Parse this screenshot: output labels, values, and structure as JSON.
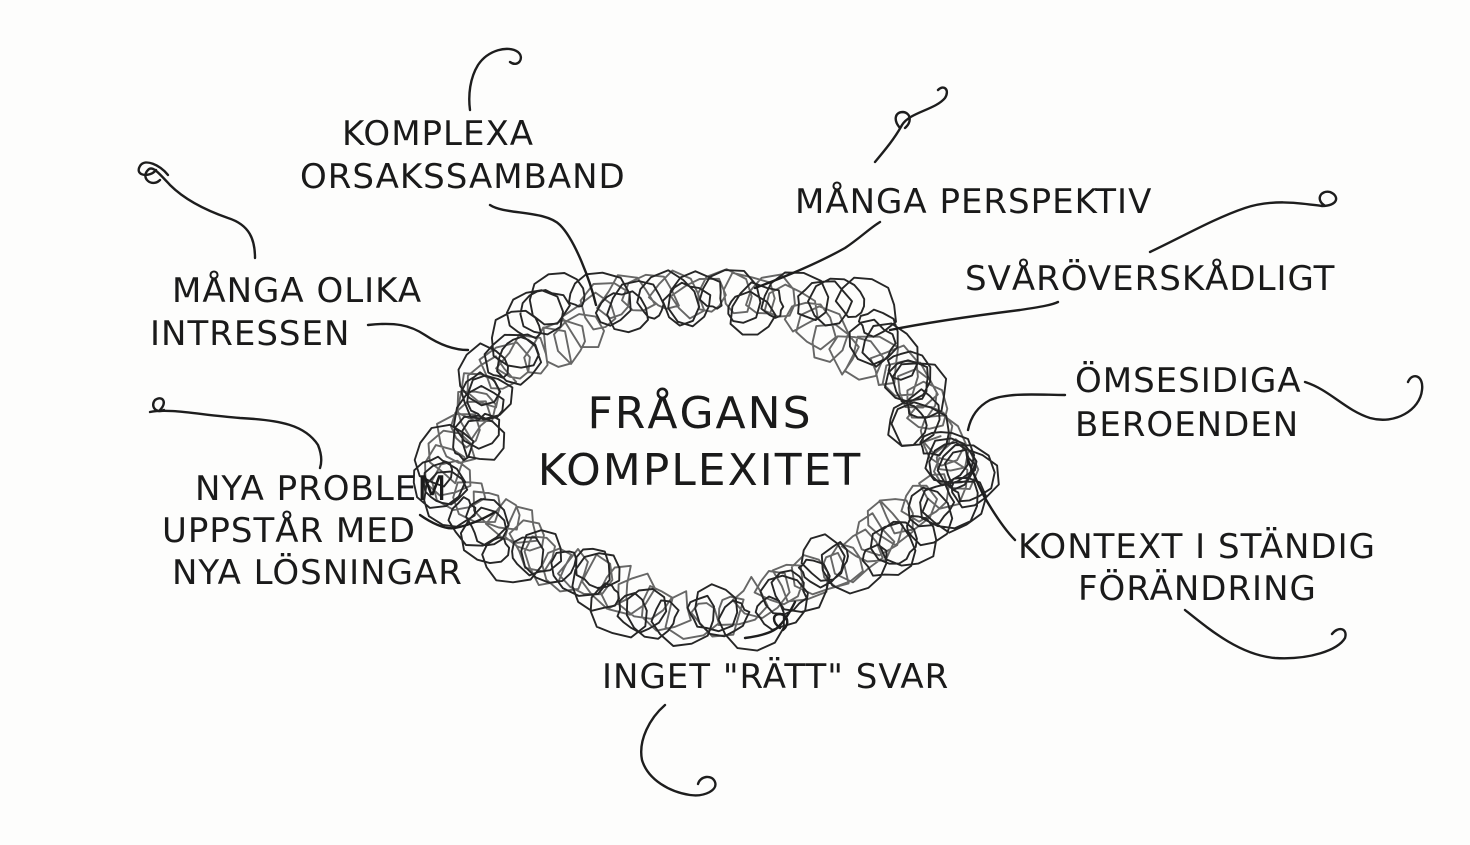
{
  "center": {
    "line1": "FRÅGANS",
    "line2": "KOMPLEXITET"
  },
  "labels": {
    "komplexa": [
      "KOMPLEXA",
      "ORSAKSSAMBAND"
    ],
    "manga_perspektiv": [
      "MÅNGA PERSPEKTIV"
    ],
    "svaroverskadligt": [
      "SVÅRÖVERSKÅDLIGT"
    ],
    "manga_olika": [
      "MÅNGA OLIKA",
      "INTRESSEN"
    ],
    "omsesidiga": [
      "ÖMSESIDIGA",
      "BEROENDEN"
    ],
    "nya_problem": [
      "NYA PROBLEM",
      "UPPSTÅR MED",
      "NYA LÖSNINGAR"
    ],
    "kontext": [
      "KONTEXT I STÄNDIG",
      "FÖRÄNDRING"
    ],
    "inget_ratt": [
      "INGET \"RÄTT\" SVAR"
    ]
  }
}
